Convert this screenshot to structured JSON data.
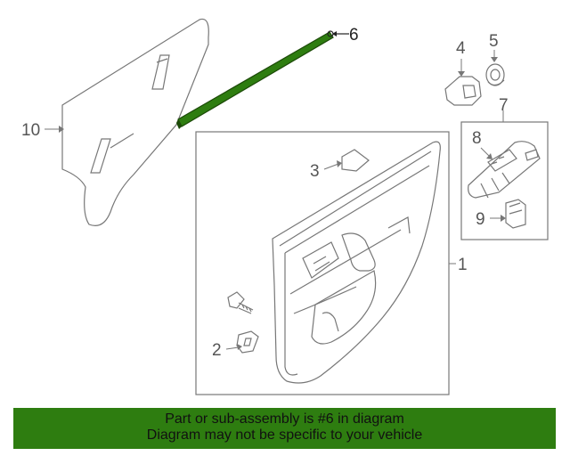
{
  "callouts": {
    "c1": "1",
    "c2": "2",
    "c3": "3",
    "c4": "4",
    "c5": "5",
    "c6": "6",
    "c7": "7",
    "c8": "8",
    "c9": "9",
    "c10": "10"
  },
  "banner": {
    "line1": "Part or sub-assembly is #6 in diagram",
    "line2": "Diagram may not be specific to your vehicle"
  },
  "colors": {
    "highlight": "#2e7d10",
    "part_line": "#777777"
  }
}
